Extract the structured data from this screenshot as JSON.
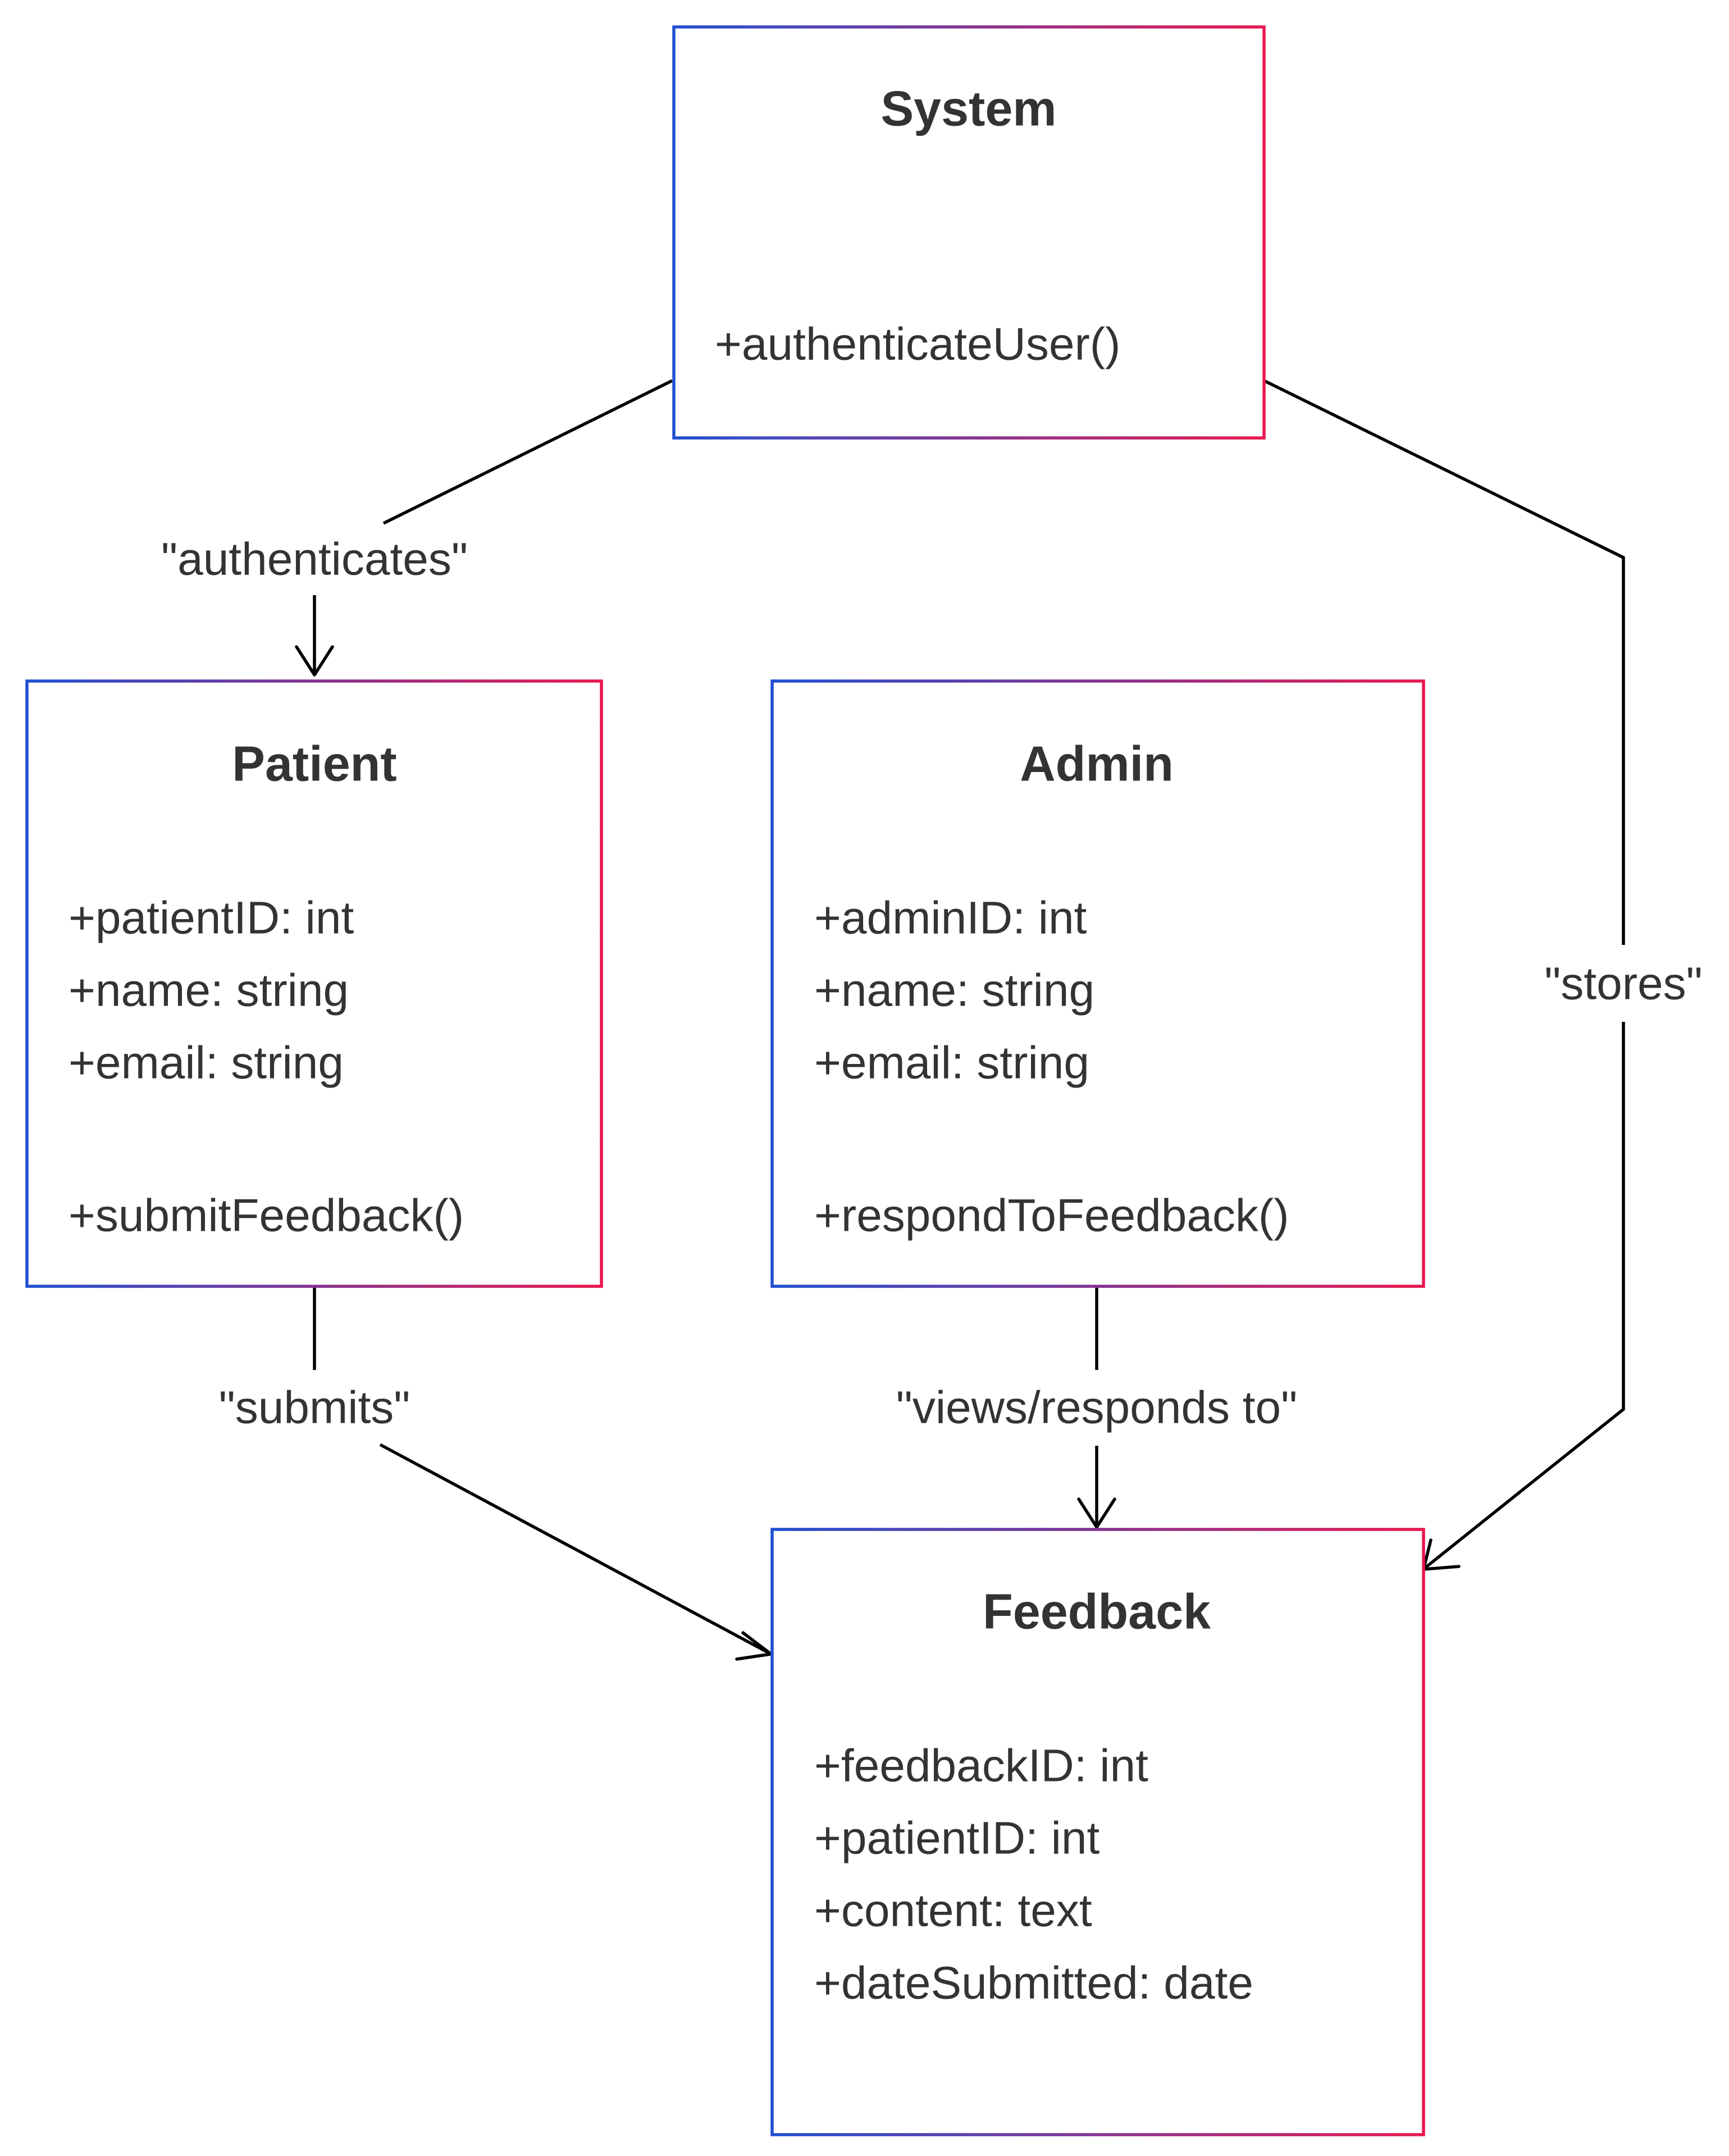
{
  "colors": {
    "gradient_start": "#1f4fd1",
    "gradient_end": "#e8174f",
    "text": "#333333",
    "edge": "#000000",
    "background": "#ffffff"
  },
  "classes": {
    "system": {
      "name": "System",
      "attributes": [],
      "methods": [
        "+authenticateUser()"
      ]
    },
    "patient": {
      "name": "Patient",
      "attributes": [
        "+patientID: int",
        "+name: string",
        "+email: string"
      ],
      "methods": [
        "+submitFeedback()"
      ]
    },
    "admin": {
      "name": "Admin",
      "attributes": [
        "+adminID: int",
        "+name: string",
        "+email: string"
      ],
      "methods": [
        "+respondToFeedback()"
      ]
    },
    "feedback": {
      "name": "Feedback",
      "attributes": [
        "+feedbackID: int",
        "+patientID: int",
        "+content: text",
        "+dateSubmitted: date"
      ],
      "methods": []
    }
  },
  "relationships": {
    "authenticates": {
      "from": "System",
      "to": "Patient",
      "label": "\"authenticates\""
    },
    "stores": {
      "from": "System",
      "to": "Feedback",
      "label": "\"stores\""
    },
    "submits": {
      "from": "Patient",
      "to": "Feedback",
      "label": "\"submits\""
    },
    "views": {
      "from": "Admin",
      "to": "Feedback",
      "label": "\"views/responds to\""
    }
  }
}
